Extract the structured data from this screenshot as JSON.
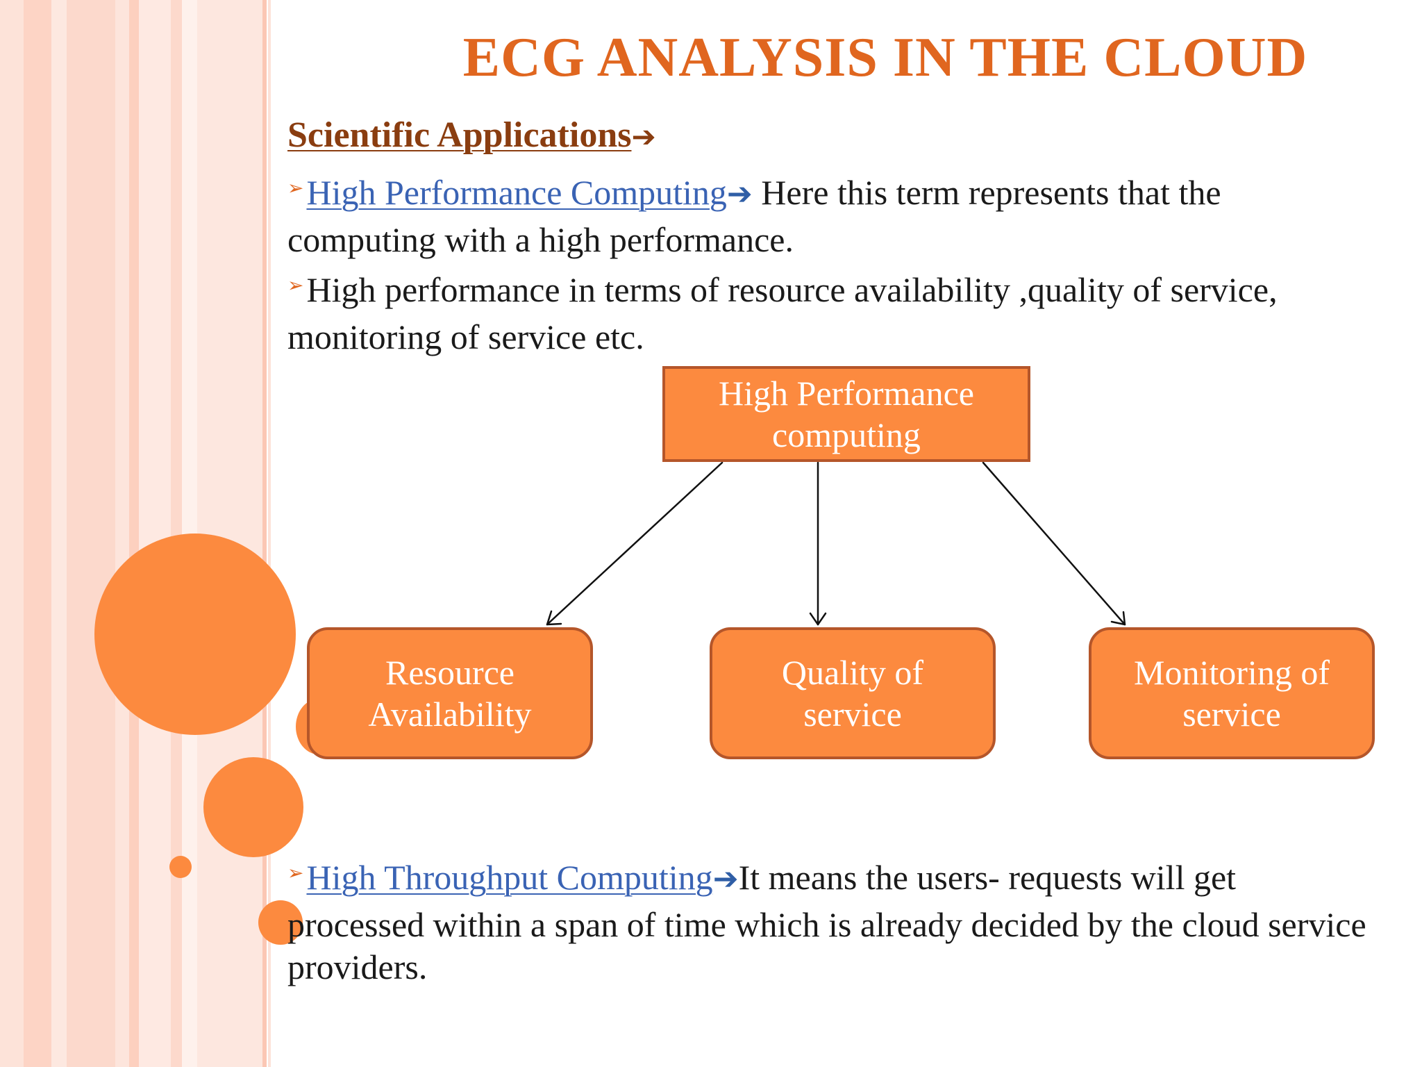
{
  "title": "ECG ANALYSIS IN THE CLOUD",
  "heading": {
    "label": "Scientific Applications",
    "arrow": "➔"
  },
  "bullets": [
    {
      "marker": "➢",
      "link": "High Performance Computing",
      "arrow": "➔",
      "text": " Here this term represents that the computing with a high performance."
    },
    {
      "marker": "➢",
      "text": "High performance in terms of resource availability ,quality of service, monitoring of service etc."
    },
    {
      "marker": "➢",
      "link": "High Throughput Computing",
      "arrow": "➔",
      "text": "It means the users- requests will get processed within a span of time which is already decided by the cloud service providers."
    }
  ],
  "diagram": {
    "root": "High Performance\ncomputing",
    "children": [
      "Resource\nAvailability",
      "Quality of\nservice",
      "Monitoring of\nservice"
    ]
  },
  "colors": {
    "accent": "#fc8a3f",
    "title": "#e0661f",
    "heading": "#8a3d10",
    "link": "#3a63b4",
    "node_border": "#b5562a"
  }
}
